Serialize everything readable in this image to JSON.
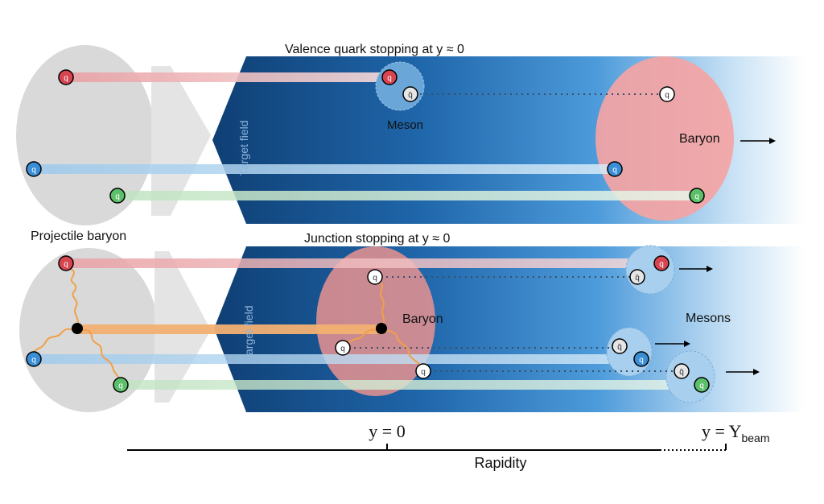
{
  "top_panel": {
    "title": "Valence quark stopping at y ≈ 0",
    "field_label": "Target field",
    "meson_label": "Meson",
    "baryon_label": "Baryon"
  },
  "bottom_panel": {
    "title": "Junction stopping at y ≈ 0",
    "field_label": "Target field",
    "baryon_label": "Baryon",
    "mesons_label": "Mesons"
  },
  "projectile_label": "Projectile baryon",
  "quark_symbol": "q",
  "antiquark_symbol": "q̄",
  "axis": {
    "label": "Rapidity",
    "tick_zero": "y = 0",
    "tick_beam_prefix": "y = Y",
    "tick_beam_sub": "beam"
  },
  "colors": {
    "quark_red": "#d64550",
    "quark_blue": "#3a8ed6",
    "quark_green": "#5cbf6a",
    "field_dark": "#0e3e72",
    "field_mid": "#2f7fc8",
    "baryon_pink": "#f4a0a0",
    "gluon_orange": "#f0a04a",
    "projectile_gray": "#d9d9d9"
  }
}
